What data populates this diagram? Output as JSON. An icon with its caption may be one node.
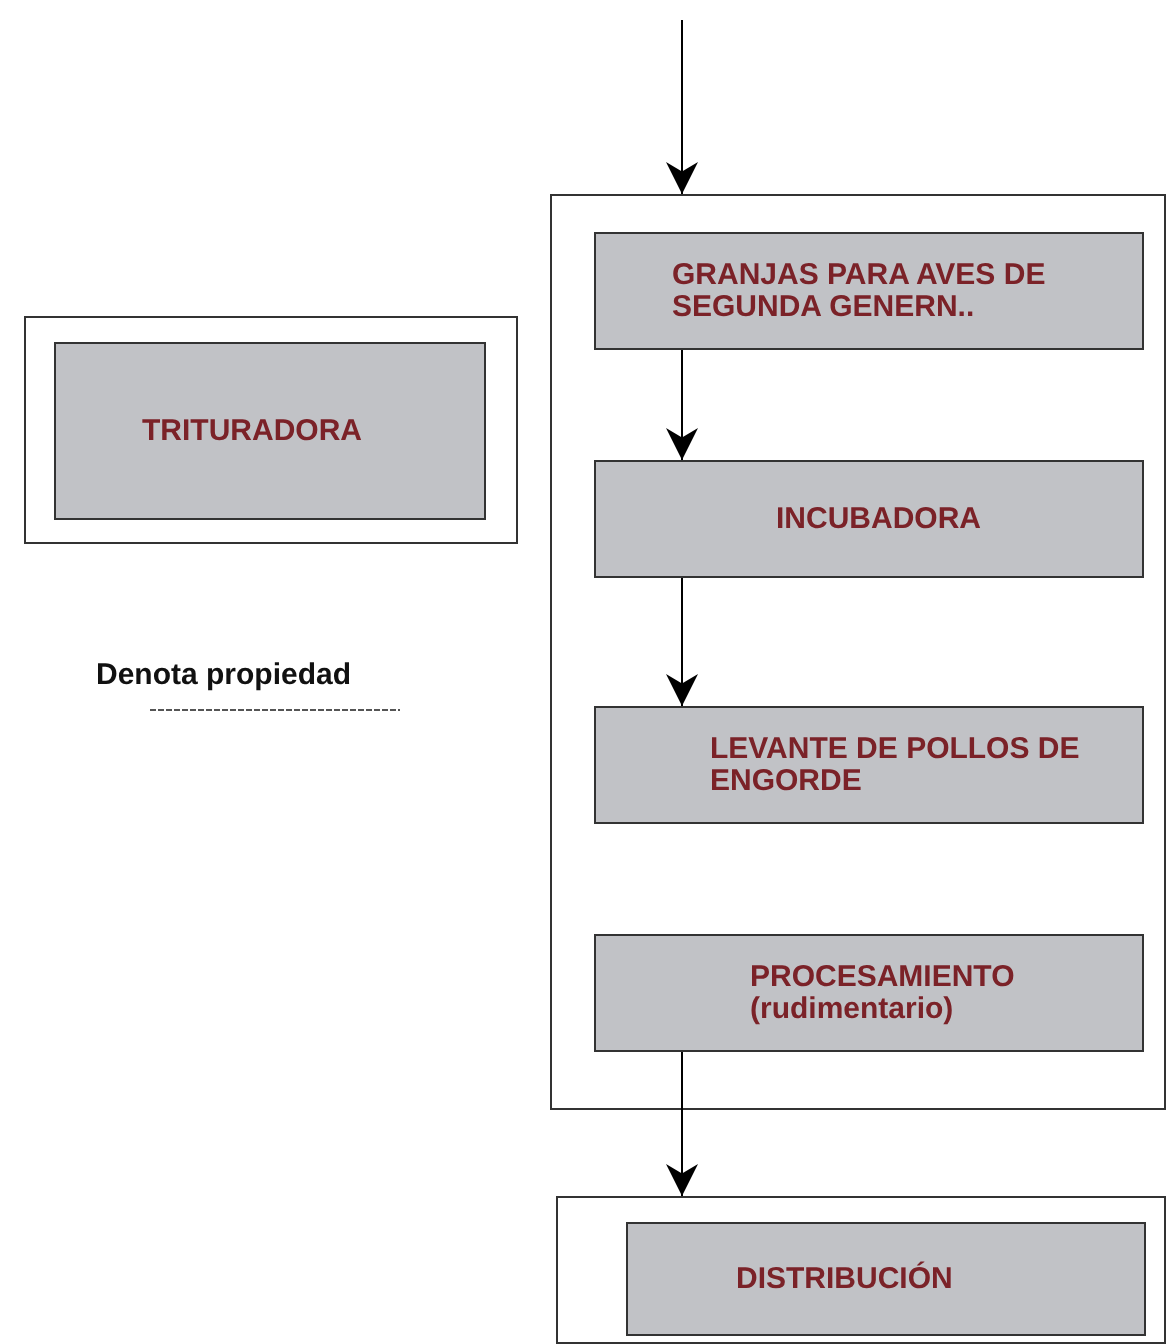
{
  "diagram": {
    "nodes": [
      {
        "text": [],
        "shape": "box"
      },
      {
        "text": [
          "GRANJAS PARA AVES DE SEGUNDA GENERN.."
        ],
        "in": 0
      },
      {
        "text": [
          "INCUBADORA"
        ],
        "in": 0
      },
      {
        "text": [
          "LEVANTE DE POLLOS DE ENGORDE"
        ],
        "in": 0
      },
      {
        "text": [
          "PROCESAMIENTO (rudimentario)"
        ],
        "in": 0
      },
      {
        "text": [],
        "shape": "box"
      },
      {
        "text": [
          "TRITURADORA"
        ],
        "in": 5
      },
      {
        "text": [],
        "shape": "box"
      },
      {
        "text": [
          "DISTRIBUCIÓN"
        ],
        "in": 7
      }
    ],
    "edges": [
      {
        "from": null,
        "to": 0,
        "arrow": "to"
      },
      {
        "from": 1,
        "to": 2,
        "arrow": "to"
      },
      {
        "from": 2,
        "to": 3,
        "arrow": "to"
      },
      {
        "from": 4,
        "to": 7,
        "arrow": "to"
      }
    ],
    "legend": [
      {
        "text": "Denota propiedad"
      }
    ]
  }
}
